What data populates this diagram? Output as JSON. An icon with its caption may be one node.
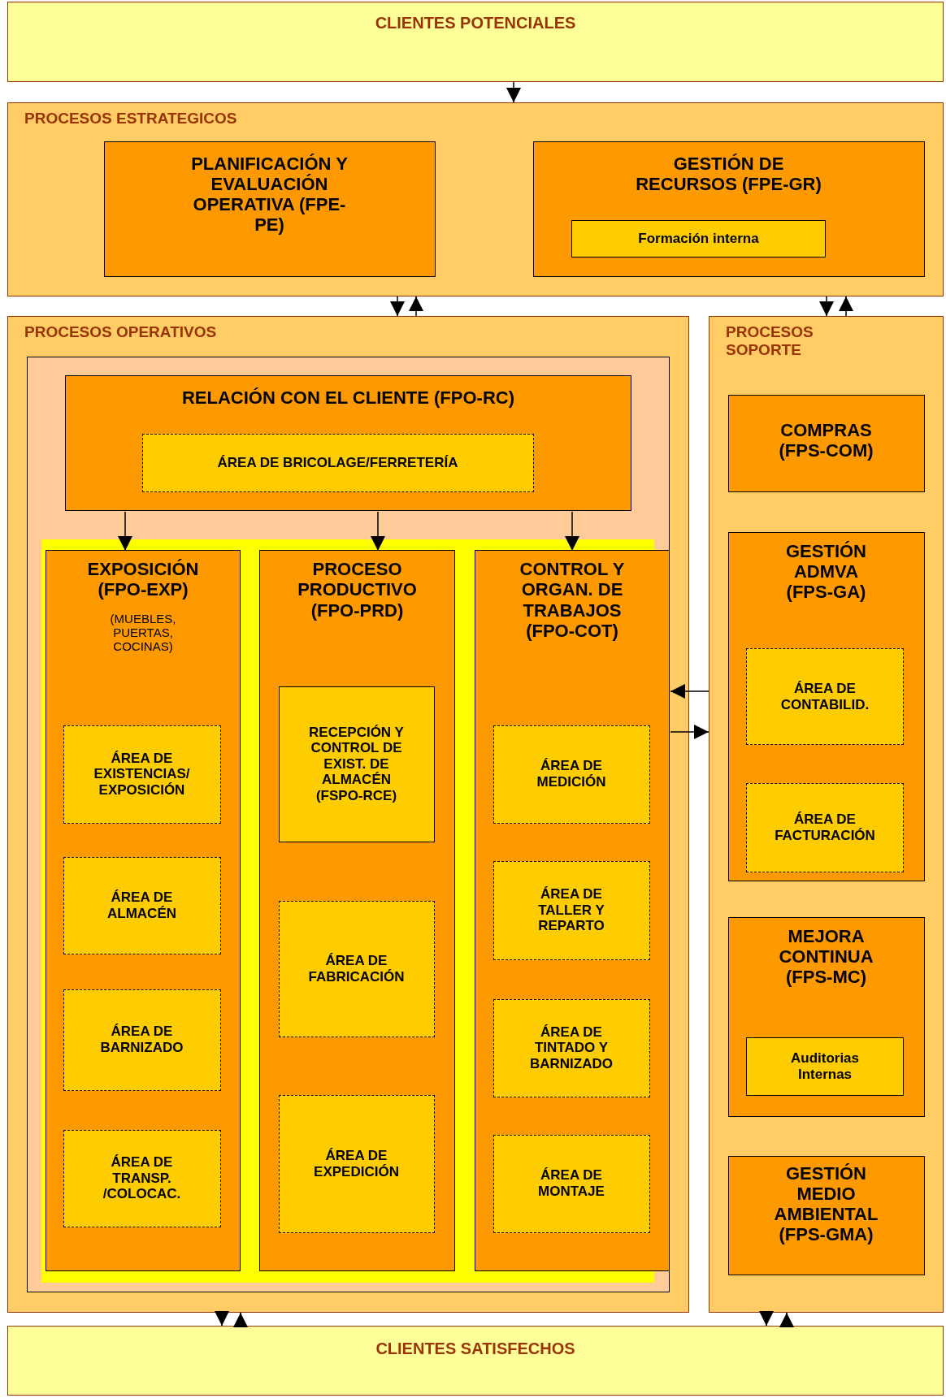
{
  "diagram": {
    "nodes": [
      {
        "text": [
          "CLIENTES POTENCIALES"
        ]
      },
      {
        "text": [
          "PROCESOS ESTRATEGICOS"
        ]
      },
      {
        "text": [
          "PLANIFICACIÓN Y EVALUACIÓN OPERATIVA (FPE-PE)"
        ],
        "in": 1
      },
      {
        "text": [
          "GESTIÓN DE RECURSOS (FPE-GR)"
        ],
        "in": 1
      },
      {
        "text": [
          "Formación interna"
        ],
        "in": 3
      },
      {
        "text": [
          "PROCESOS OPERATIVOS"
        ]
      },
      {
        "text": [],
        "shape": "box",
        "in": 5
      },
      {
        "text": [
          "RELACIÓN CON EL CLIENTE (FPO-RC)"
        ],
        "in": 6
      },
      {
        "text": [
          "ÁREA DE BRICOLAGE/FERRETERÍA"
        ],
        "in": 7
      },
      {
        "text": [
          "EXPOSICIÓN (FPO-EXP)",
          "(MUEBLES, PUERTAS, COCINAS)"
        ],
        "in": 6
      },
      {
        "text": [
          "ÁREA DE EXISTENCIAS/ EXPOSICIÓN"
        ],
        "in": 9
      },
      {
        "text": [
          "ÁREA DE ALMACÉN"
        ],
        "in": 9
      },
      {
        "text": [
          "ÁREA DE BARNIZADO"
        ],
        "in": 9
      },
      {
        "text": [
          "ÁREA DE TRANSP. /COLOCAC."
        ],
        "in": 9
      },
      {
        "text": [
          "PROCESO PRODUCTIVO (FPO-PRD)"
        ],
        "in": 6
      },
      {
        "text": [
          "RECEPCIÓN Y CONTROL DE EXIST. DE ALMACÉN (FSPO-RCE)"
        ],
        "in": 14
      },
      {
        "text": [
          "ÁREA DE FABRICACIÓN"
        ],
        "in": 14
      },
      {
        "text": [
          "ÁREA DE EXPEDICIÓN"
        ],
        "in": 14
      },
      {
        "text": [
          "CONTROL Y ORGAN. DE TRABAJOS (FPO-COT)"
        ],
        "in": 6
      },
      {
        "text": [
          "ÁREA DE MEDICIÓN"
        ],
        "in": 18
      },
      {
        "text": [
          "ÁREA DE TALLER Y REPARTO"
        ],
        "in": 18
      },
      {
        "text": [
          "ÁREA DE TINTADO Y BARNIZADO"
        ],
        "in": 18
      },
      {
        "text": [
          "ÁREA DE MONTAJE"
        ],
        "in": 18
      },
      {
        "text": [
          "PROCESOS SOPORTE"
        ]
      },
      {
        "text": [
          "COMPRAS (FPS-COM)"
        ],
        "in": 23
      },
      {
        "text": [
          "GESTIÓN ADMVA (FPS-GA)"
        ],
        "in": 23
      },
      {
        "text": [
          "ÁREA DE CONTABILID."
        ],
        "in": 25
      },
      {
        "text": [
          "ÁREA DE FACTURACIÓN"
        ],
        "in": 25
      },
      {
        "text": [
          "MEJORA CONTINUA (FPS-MC)"
        ],
        "in": 23
      },
      {
        "text": [
          "Auditorias Internas"
        ],
        "in": 28
      },
      {
        "text": [
          "GESTIÓN MEDIO AMBIENTAL (FPS-GMA)"
        ],
        "in": 23
      },
      {
        "text": [
          "CLIENTES SATISFECHOS"
        ]
      }
    ],
    "edges": [
      {
        "from": 0,
        "to": 1,
        "arrow": "to"
      },
      {
        "from": 1,
        "to": 5,
        "arrow": "to"
      },
      {
        "from": 5,
        "to": 1,
        "arrow": "to"
      },
      {
        "from": 1,
        "to": 23,
        "arrow": "to"
      },
      {
        "from": 23,
        "to": 1,
        "arrow": "to"
      },
      {
        "from": 7,
        "to": 9,
        "arrow": "to"
      },
      {
        "from": 7,
        "to": 14,
        "arrow": "to"
      },
      {
        "from": 7,
        "to": 18,
        "arrow": "to"
      },
      {
        "from": 23,
        "to": 18,
        "arrow": "to"
      },
      {
        "from": 18,
        "to": 23,
        "arrow": "to"
      },
      {
        "from": 5,
        "to": 31,
        "arrow": "to"
      },
      {
        "from": 31,
        "to": 5,
        "arrow": "to"
      },
      {
        "from": 23,
        "to": 31,
        "arrow": "to"
      },
      {
        "from": 31,
        "to": 23,
        "arrow": "to"
      }
    ]
  }
}
